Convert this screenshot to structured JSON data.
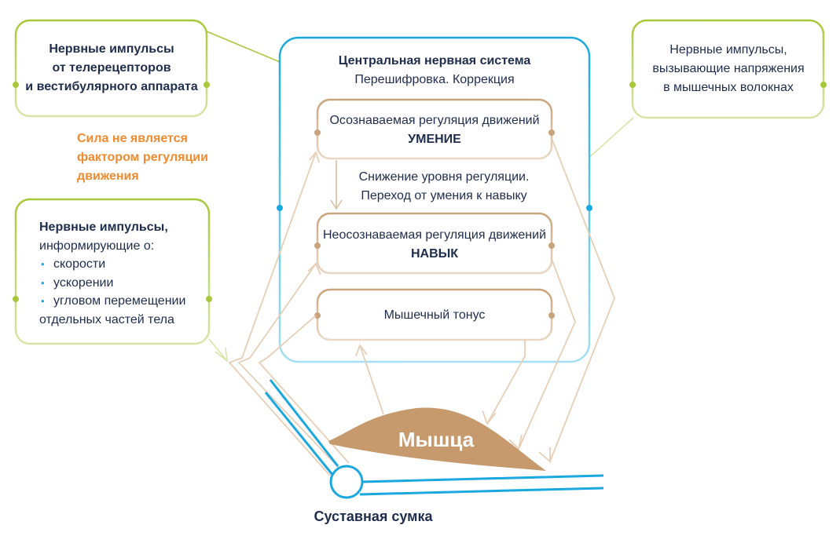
{
  "top_left_box": {
    "line1": "Нервные импульсы",
    "line2": "от телерецепторов",
    "line3": "и вестибулярного аппарата"
  },
  "note": {
    "line1": "Сила не является",
    "line2": "фактором регуляции",
    "line3": "движения"
  },
  "sensory_box": {
    "line1": "Нервные импульсы,",
    "line2": "информирующие о:",
    "items": [
      "скорости",
      "ускорении",
      "угловом перемещении"
    ],
    "line_last": "отдельных частей тела"
  },
  "cns": {
    "title": "Центральная нервная система",
    "subtitle": "Перешифровка. Коррекция"
  },
  "box_skill": {
    "line1": "Осознаваемая регуляция движений",
    "line2": "УМЕНИЕ"
  },
  "transition": {
    "line1": "Снижение уровня регуляции.",
    "line2": "Переход от умения к навыку"
  },
  "box_habit": {
    "line1": "Неосознаваемая регуляция движений",
    "line2": "НАВЫК"
  },
  "box_tone": {
    "line1": "Мышечный тонус"
  },
  "top_right_box": {
    "line1": "Нервные импульсы,",
    "line2": "вызывающие напряжения",
    "line3": "в мышечных волокнах"
  },
  "muscle": {
    "label": "Мышца"
  },
  "joint": {
    "label": "Суставная сумка"
  },
  "colors": {
    "green": "#a8c83a",
    "light_green": "#d6e6a8",
    "blue": "#1aa8e0",
    "light_blue": "#a6dff3",
    "tan": "#c9a37b",
    "light_tan": "#e6cfb6",
    "muscle": "#c69a6d",
    "orange": "#f28a2e",
    "navy": "#1f2d4d"
  }
}
